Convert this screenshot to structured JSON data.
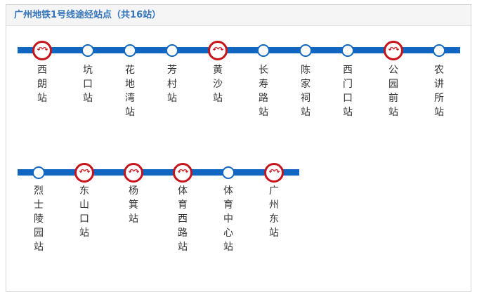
{
  "panel": {
    "title": "广州地铁1号线途经站点（共16站）"
  },
  "rows": [
    {
      "stations": [
        {
          "name": "西\n朗\n站",
          "transfer": true
        },
        {
          "name": "坑\n口\n站",
          "transfer": false
        },
        {
          "name": "花\n地\n湾\n站",
          "transfer": false
        },
        {
          "name": "芳\n村\n站",
          "transfer": false
        },
        {
          "name": "黄\n沙\n站",
          "transfer": true
        },
        {
          "name": "长\n寿\n路\n站",
          "transfer": false
        },
        {
          "name": "陈\n家\n祠\n站",
          "transfer": false
        },
        {
          "name": "西\n门\n口\n站",
          "transfer": false
        },
        {
          "name": "公\n园\n前\n站",
          "transfer": true
        },
        {
          "name": "农\n讲\n所\n站",
          "transfer": false
        }
      ]
    },
    {
      "stations": [
        {
          "name": "烈\n士\n陵\n园\n站",
          "transfer": false
        },
        {
          "name": "东\n山\n口\n站",
          "transfer": true
        },
        {
          "name": "杨\n箕\n站",
          "transfer": true
        },
        {
          "name": "体\n育\n西\n路\n站",
          "transfer": true
        },
        {
          "name": "体\n育\n中\n心\n站",
          "transfer": false
        },
        {
          "name": "广\n州\n东\n站",
          "transfer": true
        }
      ]
    }
  ],
  "icons": {
    "transfer": "transfer-icon",
    "station": "station-dot-icon"
  },
  "colors": {
    "line": "#1166c2",
    "transfer_ring": "#c6141b",
    "title": "#3474bb"
  }
}
